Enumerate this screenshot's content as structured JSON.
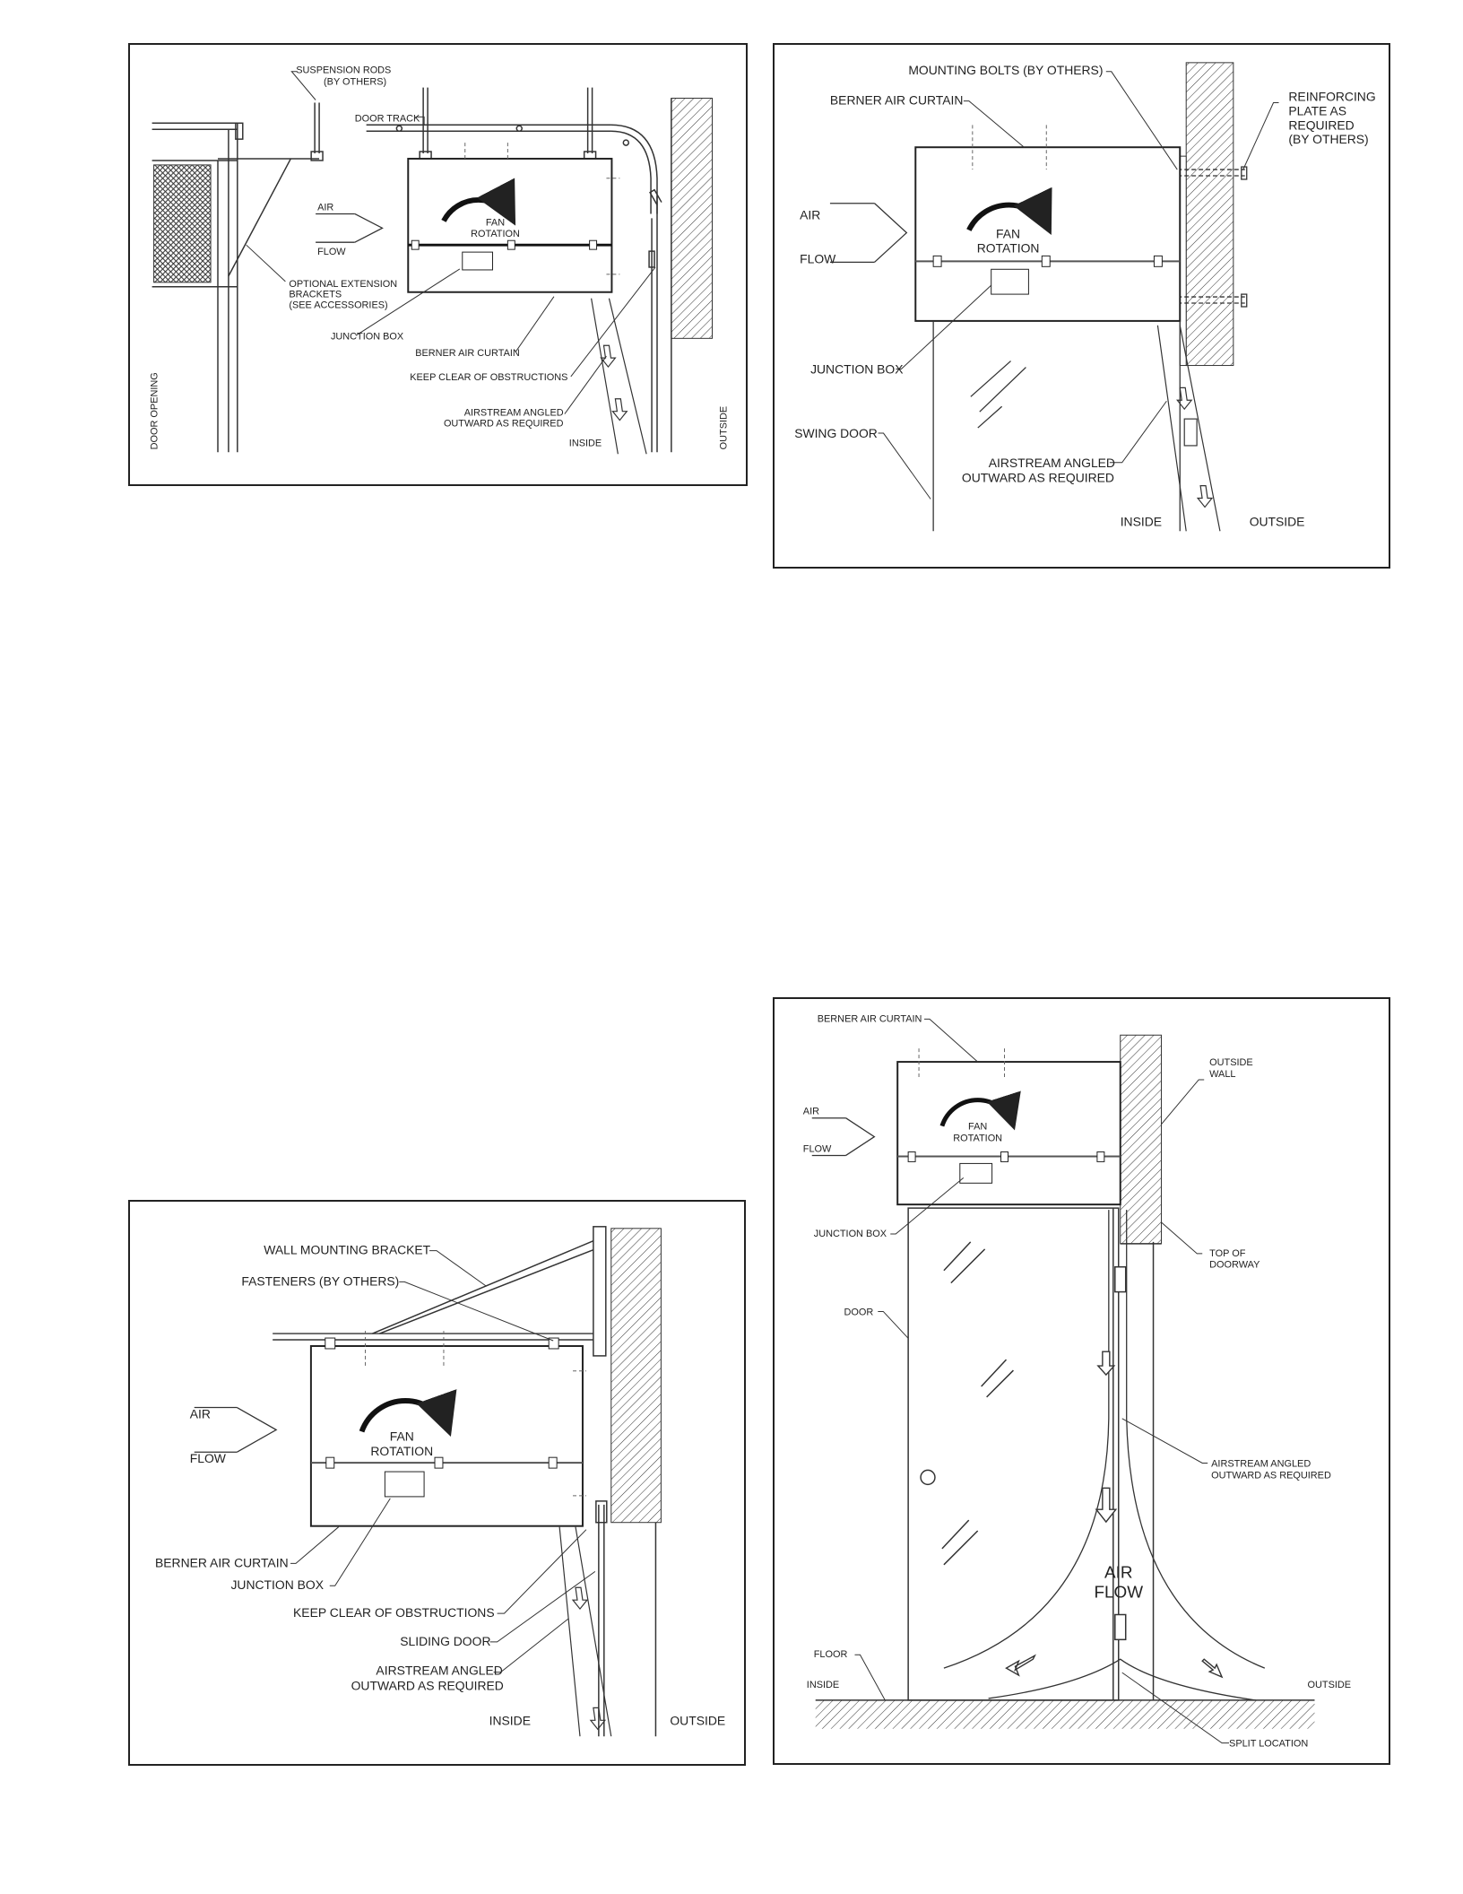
{
  "panel_a": {
    "suspension_rods": "SUSPENSION RODS",
    "by_others": "(BY OTHERS)",
    "door_track": "DOOR TRACK",
    "air": "AIR",
    "flow": "FLOW",
    "fan": "FAN",
    "rotation": "ROTATION",
    "ext_1": "OPTIONAL EXTENSION",
    "ext_2": "BRACKETS",
    "ext_3": "(SEE ACCESSORIES)",
    "junction_box": "JUNCTION BOX",
    "berner_air_curtain": "BERNER AIR CURTAIN",
    "keep_clear": "KEEP CLEAR OF OBSTRUCTIONS",
    "airstream_1": "AIRSTREAM ANGLED",
    "airstream_2": "OUTWARD AS REQUIRED",
    "inside": "INSIDE",
    "outside": "OUTSIDE",
    "door_opening": "DOOR OPENING"
  },
  "panel_b": {
    "mounting_bolts": "MOUNTING BOLTS (BY OTHERS)",
    "berner_air_curtain": "BERNER AIR CURTAIN",
    "reinf_1": "REINFORCING",
    "reinf_2": "PLATE AS",
    "reinf_3": "REQUIRED",
    "reinf_4": "(BY OTHERS)",
    "air": "AIR",
    "flow": "FLOW",
    "fan": "FAN",
    "rotation": "ROTATION",
    "junction_box": "JUNCTION BOX",
    "swing_door": "SWING DOOR",
    "airstream_1": "AIRSTREAM ANGLED",
    "airstream_2": "OUTWARD AS REQUIRED",
    "inside": "INSIDE",
    "outside": "OUTSIDE"
  },
  "panel_c": {
    "wall_bracket": "WALL MOUNTING BRACKET",
    "fasteners": "FASTENERS (BY OTHERS)",
    "air": "AIR",
    "flow": "FLOW",
    "fan": "FAN",
    "rotation": "ROTATION",
    "berner_air_curtain": "BERNER AIR CURTAIN",
    "junction_box": "JUNCTION BOX",
    "keep_clear": "KEEP CLEAR OF OBSTRUCTIONS",
    "sliding_door": "SLIDING DOOR",
    "airstream_1": "AIRSTREAM ANGLED",
    "airstream_2": "OUTWARD AS REQUIRED",
    "inside": "INSIDE",
    "outside": "OUTSIDE"
  },
  "panel_d": {
    "berner_air_curtain": "BERNER AIR CURTAIN",
    "outside_wall_1": "OUTSIDE",
    "outside_wall_2": "WALL",
    "air": "AIR",
    "flow": "FLOW",
    "fan": "FAN",
    "rotation": "ROTATION",
    "junction_box": "JUNCTION BOX",
    "top_1": "TOP OF",
    "top_2": "DOORWAY",
    "door": "DOOR",
    "airstream_1": "AIRSTREAM ANGLED",
    "airstream_2": "OUTWARD AS REQUIRED",
    "air_big": "AIR",
    "flow_big": "FLOW",
    "floor": "FLOOR",
    "inside": "INSIDE",
    "outside": "OUTSIDE",
    "split_location": "SPLIT LOCATION"
  }
}
